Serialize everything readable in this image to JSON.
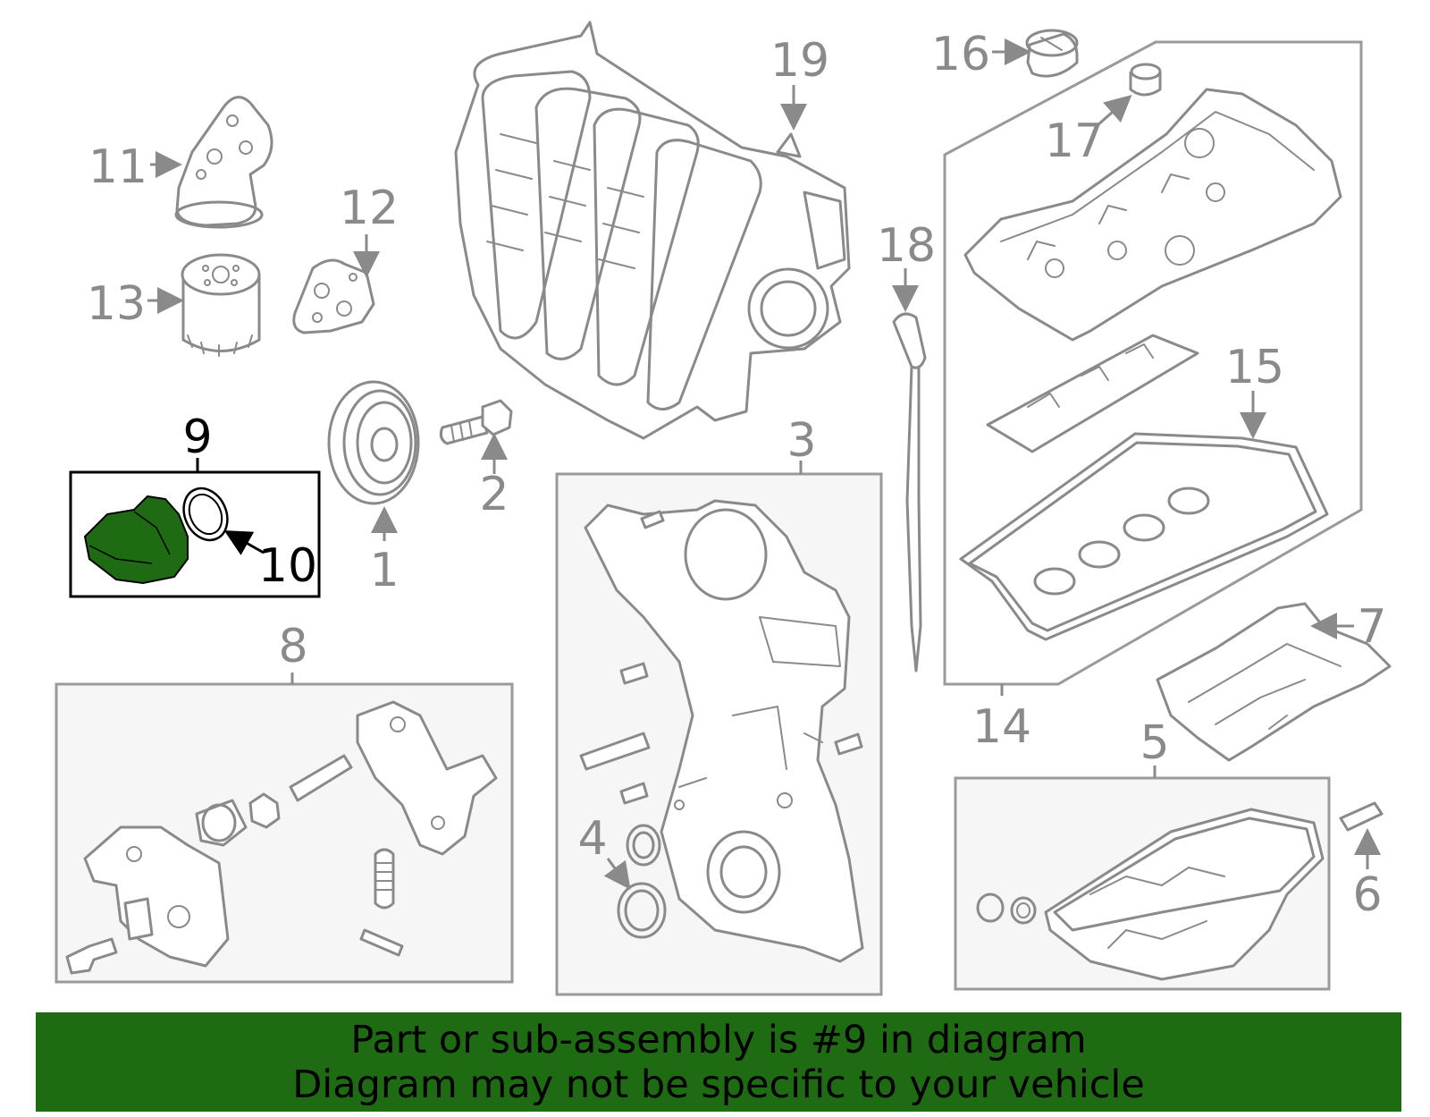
{
  "colors": {
    "highlight": "#1f6b13",
    "banner": "#1f6b13",
    "part_outline": "#8a8a8a",
    "box_fill": "#f6f6f6",
    "active_text": "#000000"
  },
  "callouts": {
    "c1": "1",
    "c2": "2",
    "c3": "3",
    "c4": "4",
    "c5": "5",
    "c6": "6",
    "c7": "7",
    "c8": "8",
    "c9": "9",
    "c10": "10",
    "c11": "11",
    "c12": "12",
    "c13": "13",
    "c14": "14",
    "c15": "15",
    "c16": "16",
    "c17": "17",
    "c18": "18",
    "c19": "19"
  },
  "selected_part": "9",
  "banner": {
    "line1": "Part or sub-assembly is #9 in diagram",
    "line2": "Diagram may not be specific to your vehicle"
  }
}
